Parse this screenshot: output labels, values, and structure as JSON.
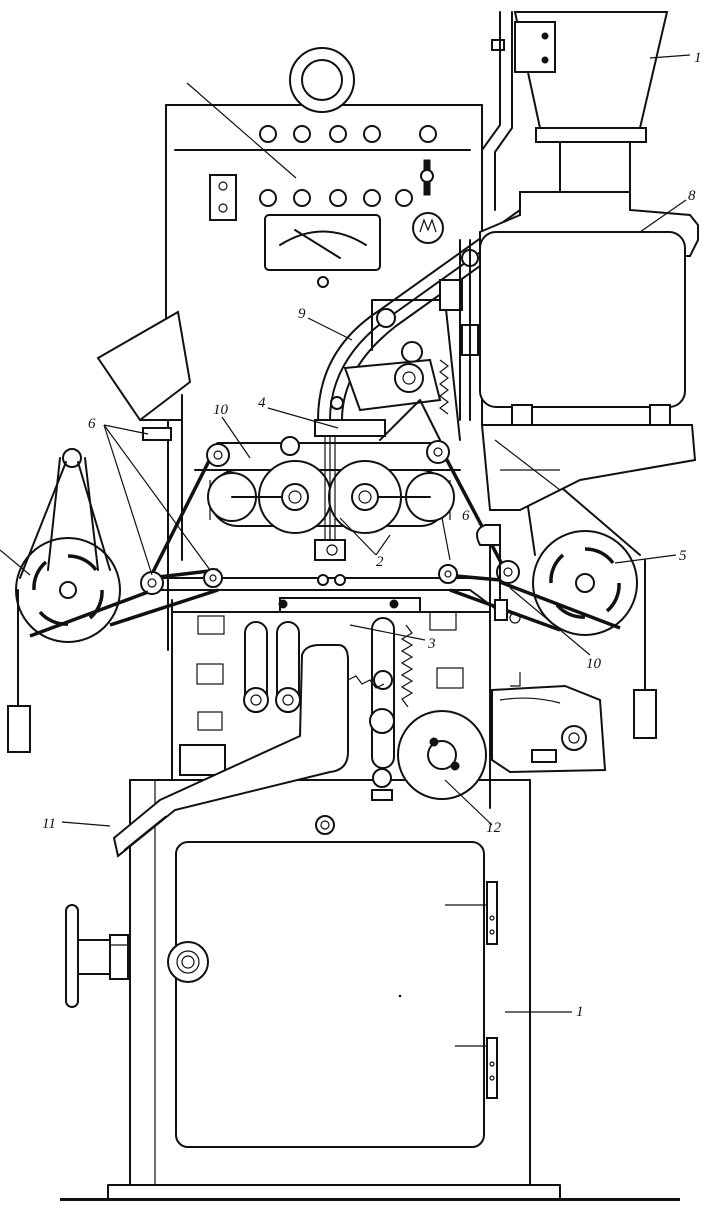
{
  "labels": {
    "l1_top": "1",
    "l8": "8",
    "l9": "9",
    "l4": "4",
    "l10_left": "10",
    "l6_left": "6",
    "l6_right": "6",
    "l5": "5",
    "l2": "2",
    "l3": "3",
    "l10_right": "10",
    "l11": "11",
    "l12": "12",
    "l1_bottom": "1"
  },
  "colors": {
    "ink": "#111111",
    "paper": "#ffffff"
  }
}
